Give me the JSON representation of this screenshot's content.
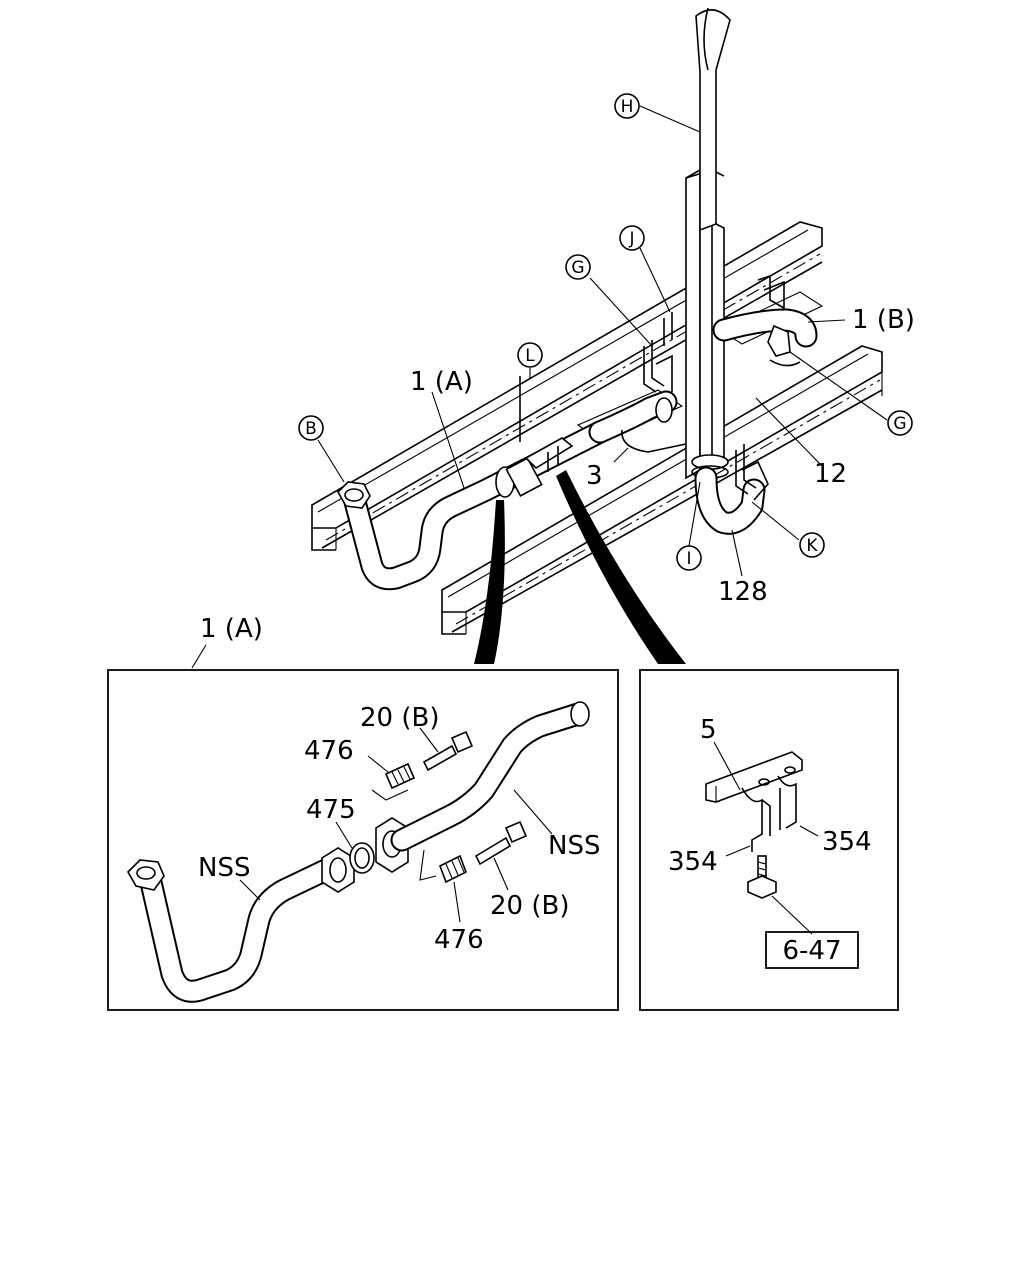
{
  "callouts": {
    "H": "H",
    "J": "J",
    "G1": "G",
    "G2": "G",
    "L": "L",
    "B": "B",
    "I": "I",
    "K": "K"
  },
  "labels": {
    "part_1A_top": "1 (A)",
    "part_1B": "1 (B)",
    "part_3": "3",
    "part_12": "12",
    "part_128": "128",
    "part_1A_detail": "1 (A)"
  },
  "detail_left": {
    "bolt_top": "20 (B)",
    "spring_top": "476",
    "gasket": "475",
    "nss_left": "NSS",
    "nss_right": "NSS",
    "bolt_bottom": "20 (B)",
    "spring_bottom": "476"
  },
  "detail_right": {
    "bracket": "5",
    "clamp_left": "354",
    "clamp_right": "354",
    "ref": "6-47"
  }
}
